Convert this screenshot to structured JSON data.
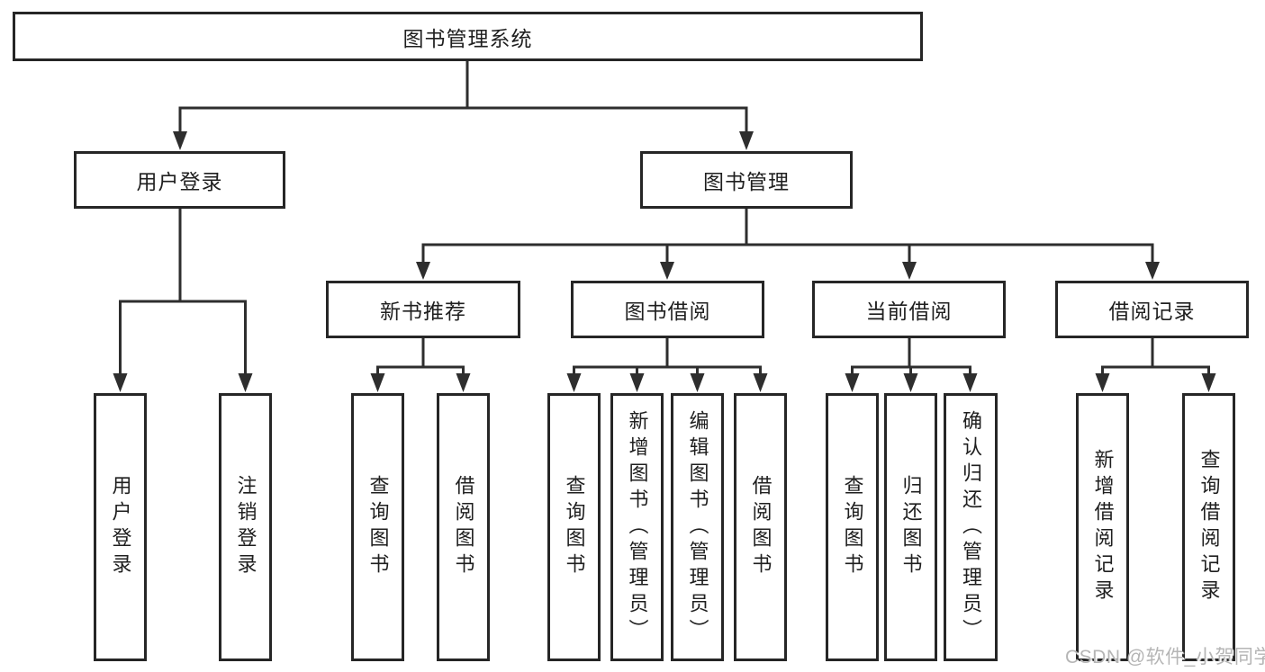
{
  "diagram": {
    "type": "hierarchy-tree",
    "nodes": {
      "root": {
        "label": "图书管理系统"
      },
      "branches": [
        {
          "label": "用户登录",
          "parent": "图书管理系统"
        },
        {
          "label": "图书管理",
          "parent": "图书管理系统"
        }
      ],
      "modules": [
        {
          "label": "新书推荐",
          "parent": "图书管理"
        },
        {
          "label": "图书借阅",
          "parent": "图书管理"
        },
        {
          "label": "当前借阅",
          "parent": "图书管理"
        },
        {
          "label": "借阅记录",
          "parent": "图书管理"
        }
      ],
      "leaves": [
        {
          "label": "用户登录",
          "parent": "用户登录"
        },
        {
          "label": "注销登录",
          "parent": "用户登录"
        },
        {
          "label": "查询图书",
          "parent": "新书推荐"
        },
        {
          "label": "借阅图书",
          "parent": "新书推荐"
        },
        {
          "label": "查询图书",
          "parent": "图书借阅"
        },
        {
          "label": "新增图书（管理员）",
          "parent": "图书借阅"
        },
        {
          "label": "编辑图书（管理员）",
          "parent": "图书借阅"
        },
        {
          "label": "借阅图书",
          "parent": "图书借阅"
        },
        {
          "label": "查询图书",
          "parent": "当前借阅"
        },
        {
          "label": "归还图书",
          "parent": "当前借阅"
        },
        {
          "label": "确认归还（管理员）",
          "parent": "当前借阅"
        },
        {
          "label": "新增借阅记录",
          "parent": "借阅记录"
        },
        {
          "label": "查询借阅记录",
          "parent": "借阅记录"
        }
      ]
    },
    "colors": {
      "line": "#2e2e2e",
      "box_border": "#262626",
      "box_background": "#ffffff",
      "text": "#1f1f1f",
      "watermark_text": "#b5b5b5"
    }
  },
  "watermark": {
    "text": "CSDN @软件_小贺同学"
  }
}
